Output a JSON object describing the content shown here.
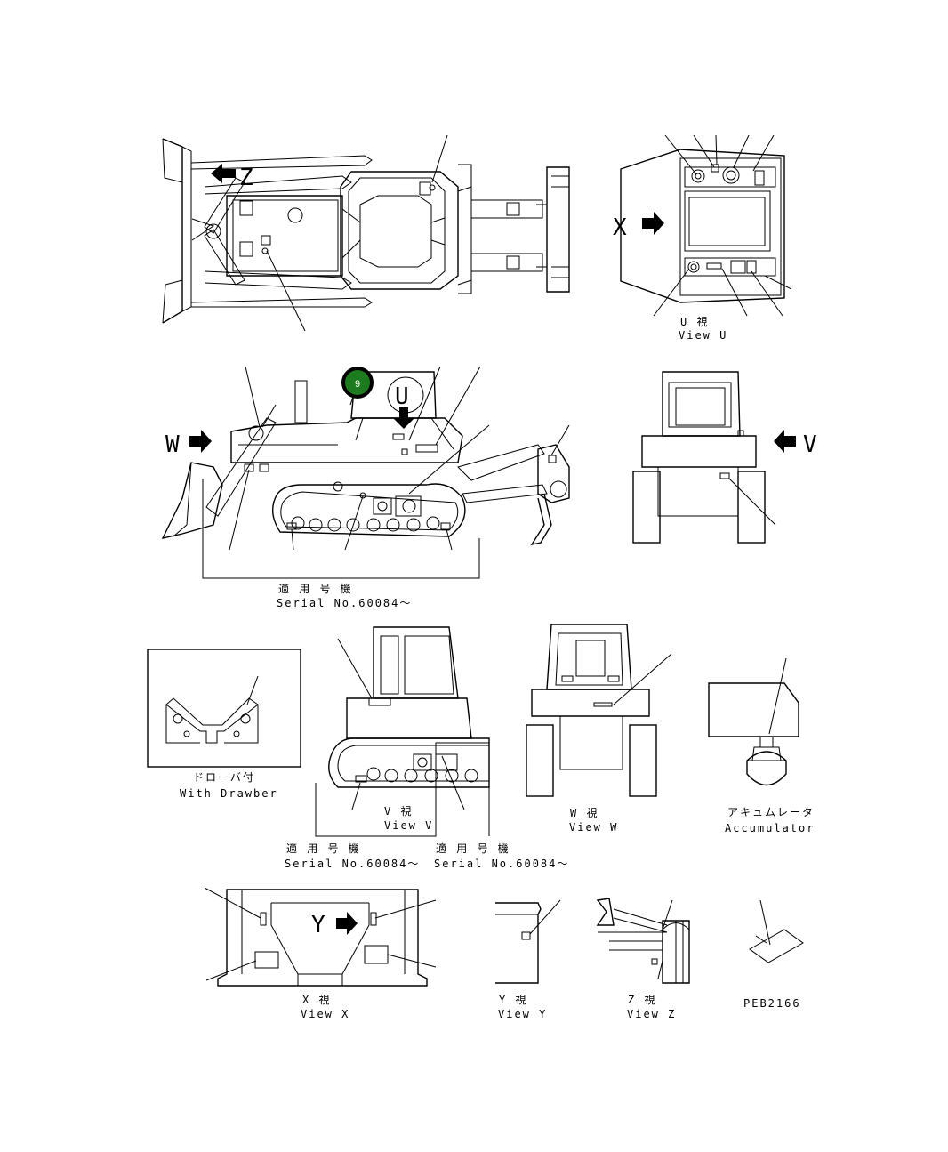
{
  "views": {
    "view_u": {
      "jp": "U 視",
      "en": "View U",
      "letter": "U"
    },
    "view_v": {
      "jp": "V 視",
      "en": "View V",
      "letter": "V"
    },
    "view_w": {
      "jp": "W 視",
      "en": "View W",
      "letter": "W"
    },
    "view_x": {
      "jp": "X 視",
      "en": "View X",
      "letter": "X"
    },
    "view_y": {
      "jp": "Y 視",
      "en": "View Y",
      "letter": "Y"
    },
    "view_z": {
      "jp": "Z 視",
      "en": "View Z",
      "letter": "Z"
    }
  },
  "serial": {
    "jp": "適 用 号 機",
    "en": "Serial No.60084～"
  },
  "drawbar": {
    "jp": "ドローバ付",
    "en": "With Drawber"
  },
  "accumulator": {
    "jp": "アキュムレータ",
    "en": "Accumulator"
  },
  "part_marker": {
    "label": "9",
    "color": "#1e7a1e"
  },
  "drawing_code": "PEB2166"
}
